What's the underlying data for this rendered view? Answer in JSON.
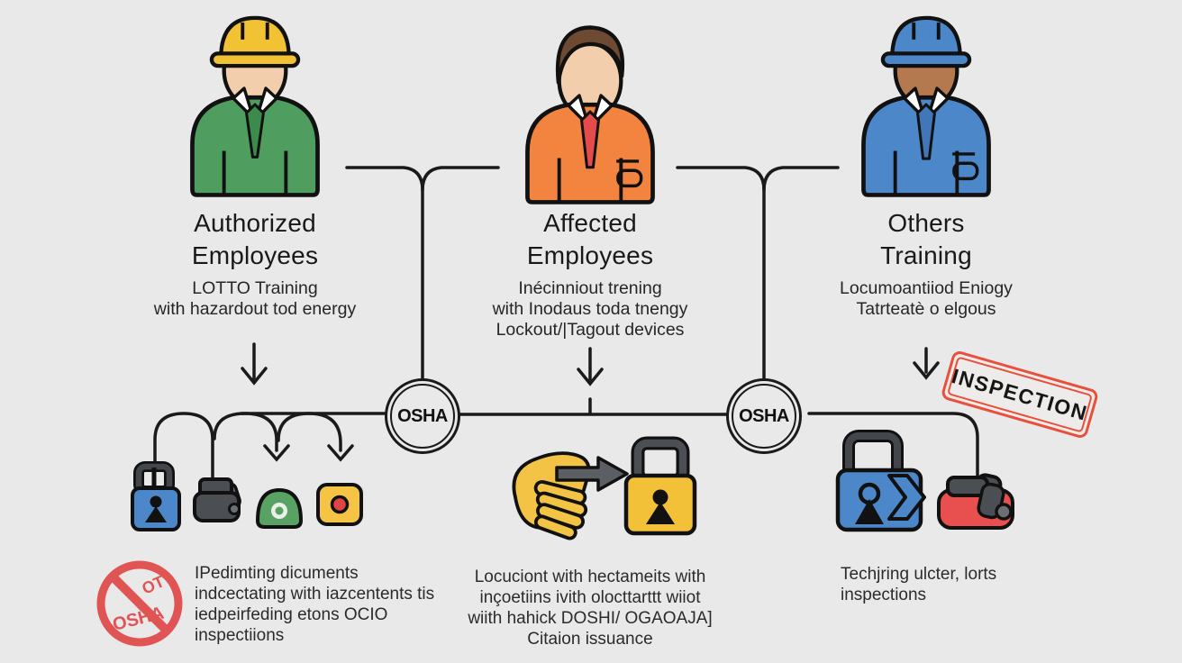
{
  "palette": {
    "bg": "#e9e9e9",
    "line": "#1a1a1a",
    "text": "#202020",
    "jacket-green": "#4f9e5f",
    "tie-green": "#3d8a4d",
    "hat-yellow": "#f2c235",
    "skin-light": "#f2cead",
    "jacket-orange": "#f28440",
    "tie-red": "#e64b4b",
    "hair-brown": "#6f4a33",
    "jacket-blue": "#4b87c9",
    "tie-blue": "#4177b6",
    "skin-brown": "#b5794f",
    "lock-blue": "#4b87c9",
    "lock-yellow": "#f2c138",
    "hand-yellow": "#f2c344",
    "metal-gray": "#4b4f54",
    "metal-gray-light": "#6b6f74",
    "arrow-gray": "#5b5f64",
    "dome-green": "#58a263",
    "dome-green-light": "#eaf0e8",
    "btn-yellow": "#f6c445",
    "dot-red": "#e04545",
    "device-red": "#e85050",
    "sign-red": "#e05454",
    "stamp-red": "#e8503c",
    "stamp-bg": "#edecea"
  },
  "columns": [
    {
      "title_line1": "Authorized",
      "title_line2": "Employees",
      "sub_lines": [
        "LOTTO Training",
        "with hazardout tod energy"
      ],
      "bottom_lines": [
        "IPedimting dicuments",
        "indcectating with iazcentents tis",
        "iedpeirfeding etons OCIO",
        "inspectiions"
      ],
      "figure": "worker-green-hard-hat",
      "icons": [
        "personal-padlock-blue",
        "hasp-lock-device",
        "push-button-green",
        "stop-button-yellow"
      ]
    },
    {
      "title_line1": "Affected",
      "title_line2": "Employees",
      "sub_lines": [
        "Inécinniout trening",
        "with Inodaus toda tnengy",
        "Lockout/|Tagout devices"
      ],
      "bottom_lines": [
        "Locuciont with hectameits with",
        "inçoetiins ivith olocttarttt wiiot",
        "wiith hahick DOSHI/ OGAOAJA]",
        "Citaion issuance"
      ],
      "figure": "worker-orange-brown-hair",
      "icons": [
        "hand-yellow",
        "transfer-arrow-gray",
        "personal-padlock-yellow"
      ]
    },
    {
      "title_line1": "Others",
      "title_line2": "Training",
      "sub_lines": [
        "Locumoantiiod Eniogy",
        "Tatrteatè o elgous"
      ],
      "bottom_lines": [
        "Techjring ulcter, lorts",
        "inspections"
      ],
      "figure": "worker-blue-hard-hat",
      "icons": [
        "personal-padlock-blue-chevron",
        "lockout-device-red"
      ]
    }
  ],
  "badges": {
    "left": "OSHA",
    "right": "OSHA"
  },
  "stamp": {
    "label": "INSPECTION"
  },
  "prohibition_sign": {
    "top_text": "OT",
    "bottom_text": "OSHA"
  }
}
